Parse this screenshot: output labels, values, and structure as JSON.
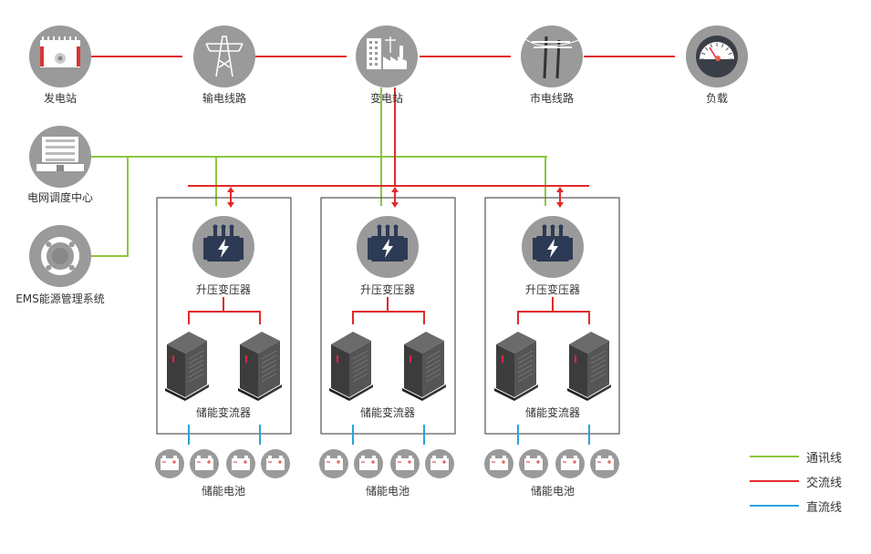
{
  "colors": {
    "comm": "#8cc63f",
    "ac": "#e22a2a",
    "dc": "#29a3d9",
    "node_bg": "#9a9a9a",
    "node_fg": "#ffffff",
    "box_border": "#555555",
    "label": "#333333"
  },
  "top_chain": [
    {
      "id": "plant",
      "label": "发电站",
      "icon": "power-plant-icon"
    },
    {
      "id": "line",
      "label": "输电线路",
      "icon": "transmission-tower-icon"
    },
    {
      "id": "substation",
      "label": "变电站",
      "icon": "substation-icon"
    },
    {
      "id": "city",
      "label": "市电线路",
      "icon": "utility-pole-icon"
    },
    {
      "id": "load",
      "label": "负载",
      "icon": "meter-icon"
    }
  ],
  "control": [
    {
      "id": "dispatch",
      "label": "电网调度中心",
      "icon": "building-icon"
    },
    {
      "id": "ems",
      "label": "EMS能源管理系统",
      "icon": "cycle-arrows-icon"
    }
  ],
  "units": [
    {
      "transformer_label": "升压变压器",
      "pcs_label": "储能变流器",
      "battery_label": "储能电池"
    },
    {
      "transformer_label": "升压变压器",
      "pcs_label": "储能变流器",
      "battery_label": "储能电池"
    },
    {
      "transformer_label": "升压变压器",
      "pcs_label": "储能变流器",
      "battery_label": "储能电池"
    }
  ],
  "legend": [
    {
      "key": "comm",
      "label": "通讯线"
    },
    {
      "key": "ac",
      "label": "交流线"
    },
    {
      "key": "dc",
      "label": "直流线"
    }
  ]
}
